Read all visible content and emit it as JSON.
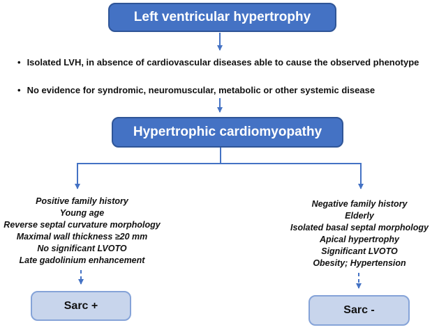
{
  "colors": {
    "primary_fill": "#4472C4",
    "primary_border": "#2F5597",
    "outcome_fill": "#C8D5EC",
    "outcome_border": "#85A3D8",
    "connector": "#4472C4",
    "text": "#111111",
    "box_text": "#FFFFFF",
    "background": "#FFFFFF"
  },
  "flowchart": {
    "bullet_char": "•",
    "top_box": {
      "label": "Left ventricular hypertrophy"
    },
    "bullets": [
      "Isolated LVH, in absence of cardiovascular diseases able to cause the observed phenotype",
      "No evidence for syndromic, neuromuscular, metabolic or other systemic disease"
    ],
    "middle_box": {
      "label": "Hypertrophic cardiomyopathy"
    },
    "left_branch": {
      "criteria": [
        "Positive family history",
        "Young age",
        "Reverse septal curvature morphology",
        "Maximal wall thickness ≥20 mm",
        "No significant LVOTO",
        "Late gadolinium enhancement"
      ],
      "outcome": "Sarc +"
    },
    "right_branch": {
      "criteria": [
        "Negative family history",
        "Elderly",
        "Isolated basal septal morphology",
        "Apical hypertrophy",
        "Significant LVOTO",
        "Obesity; Hypertension"
      ],
      "outcome": "Sarc -"
    }
  }
}
